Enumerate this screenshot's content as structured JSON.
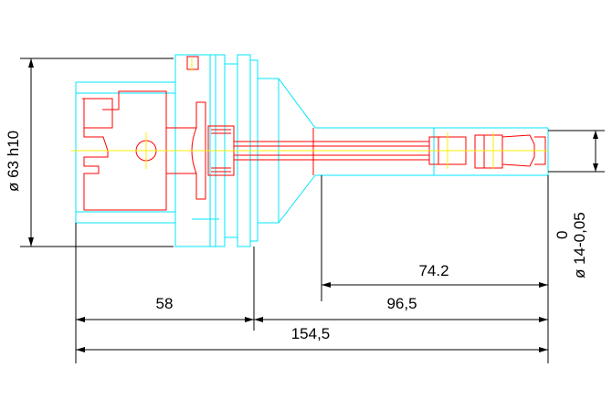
{
  "drawing": {
    "colors": {
      "background": "#ffffff",
      "dimension": "#000000",
      "outline": "#00e5ff",
      "section": "#ff0000",
      "centerline": "#ffee00"
    },
    "dimensions": {
      "flange_diameter": "ø 63 h10",
      "collet_tolerance_upper": "0",
      "collet_diameter": "ø 14-0,05",
      "length_74_2": "74.2",
      "length_58": "58",
      "length_96_5": "96,5",
      "length_total": "154,5"
    }
  }
}
